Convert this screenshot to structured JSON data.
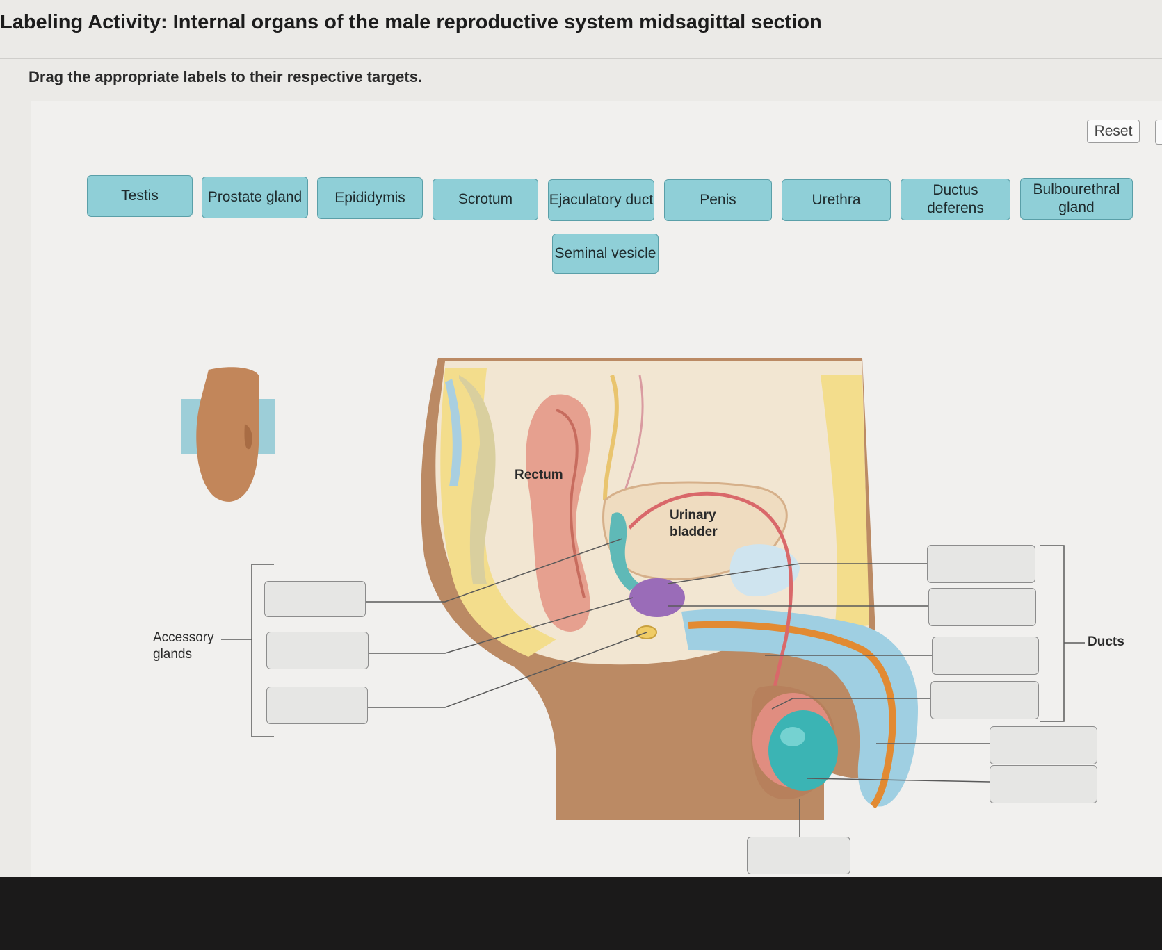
{
  "header": {
    "title": "Labeling Activity: Internal organs of the male reproductive system midsagittal section",
    "instructions": "Drag the appropriate labels to their respective targets."
  },
  "toolbar": {
    "reset_label": "Reset"
  },
  "label_bank": {
    "labels": [
      "Testis",
      "Prostate gland",
      "Epididymis",
      "Scrotum",
      "Ejaculatory duct",
      "Penis",
      "Urethra",
      "Ductus deferens",
      "Bulbourethral gland",
      "Seminal vesicle"
    ]
  },
  "diagram": {
    "structure_labels": {
      "rectum": "Rectum",
      "urinary_bladder": "Urinary bladder",
      "accessory_glands": "Accessory glands",
      "ducts": "Ducts"
    },
    "target_count": 10
  },
  "colors": {
    "chip_fill": "#8fcfd7",
    "chip_border": "#5a9fa8",
    "target_fill": "#e6e6e4",
    "skin": "#c08a62",
    "bladder": "#efdcc0",
    "testis": "#3bb4b4"
  }
}
